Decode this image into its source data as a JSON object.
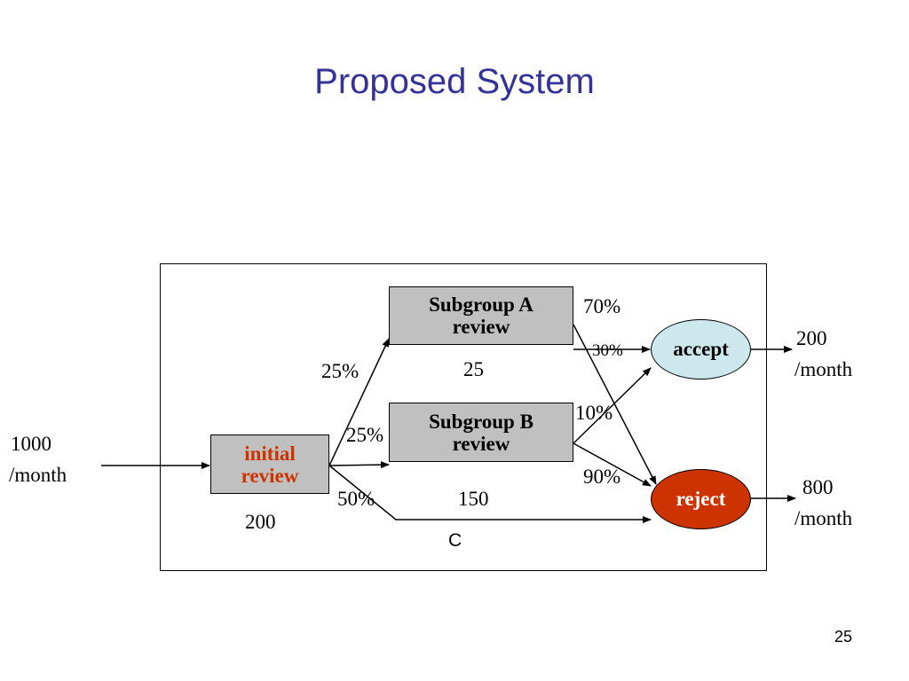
{
  "title": "Proposed System",
  "slide_number": "25",
  "nodes": {
    "initial_review": {
      "line1": "initial",
      "line2": "review"
    },
    "subgroup_a": {
      "line1": "Subgroup A",
      "line2": "review"
    },
    "subgroup_b": {
      "line1": "Subgroup B",
      "line2": "review"
    },
    "accept": "accept",
    "reject": "reject"
  },
  "labels": {
    "input_rate_value": "1000",
    "input_rate_unit": "/month",
    "accept_rate_value": "200",
    "accept_rate_unit": "/month",
    "reject_rate_value": "800",
    "reject_rate_unit": "/month",
    "initial_count": "200",
    "subgroup_a_count": "25",
    "direct_count": "150",
    "to_subgroup_a_pct": "25%",
    "to_subgroup_b_pct": "25%",
    "direct_pct": "50%",
    "a_to_reject_pct": "70%",
    "a_to_accept_pct": "30%",
    "b_to_accept_pct": "10%",
    "b_to_reject_pct": "90%",
    "c_label": "C"
  },
  "colors": {
    "title": "#333399",
    "box_fill": "#c0c0c0",
    "initial_text": "#cc3300",
    "accept_fill": "#cce8ec",
    "reject_fill": "#cc3300",
    "reject_text": "#ffffff"
  }
}
